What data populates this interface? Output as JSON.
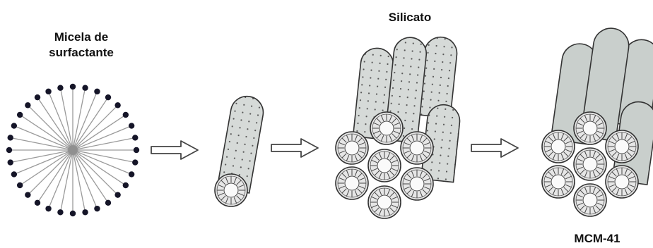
{
  "labels": {
    "micelle_line1": "Micela de",
    "micelle_line2": "surfactante",
    "silicate": "Silicato",
    "product": "MCM-41"
  },
  "colors": {
    "ink": "#333333",
    "tube_fill": "#c9cfcc",
    "tube_dotted": "#d6dad8",
    "tail": "#9a9a9a",
    "head": "#151528"
  },
  "stages": [
    {
      "name": "surfactant-micelle",
      "depicts": "spherical micelle, 32 molecules"
    },
    {
      "name": "single-rod-micelle",
      "depicts": "one cylindrical micelle coated in silicate"
    },
    {
      "name": "hexagonal-rod-array",
      "depicts": "seven silicate-coated rods, hexagonal packing"
    },
    {
      "name": "mcm-41-structure",
      "depicts": "calcined mesoporous hexagonal array"
    }
  ],
  "micelle_molecule_count": 32
}
